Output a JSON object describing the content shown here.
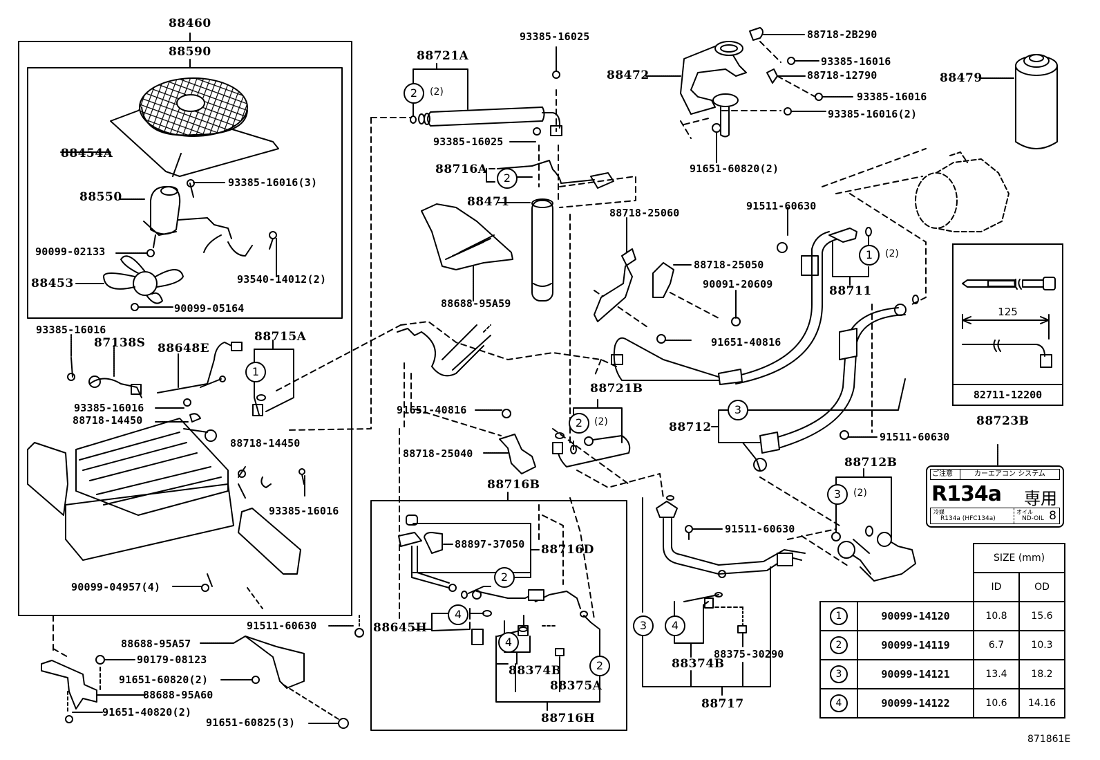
{
  "diagram": {
    "title": "Toyota air conditioner (cooler) piping & condenser parts diagram",
    "figure_code": "871861E",
    "part_labels": {
      "p88460": "88460",
      "p88590": "88590",
      "p88454A": "88454A",
      "p88550": "88550",
      "p93385_16016_3": "93385-16016(3)",
      "p90099_02133": "90099-02133",
      "p93540_14012_2": "93540-14012(2)",
      "p88453": "88453",
      "p90099_05164": "90099-05164",
      "p93385_16016_a": "93385-16016",
      "p87138S": "87138S",
      "p88648E": "88648E",
      "p88715A": "88715A",
      "p93385_16016_b": "93385-16016",
      "p88718_14450_a": "88718-14450",
      "p88718_14450_b": "88718-14450",
      "p93385_16016_c": "93385-16016",
      "p90099_04957_4": "90099-04957(4)",
      "p88688_95A57": "88688-95A57",
      "p90179_08123": "90179-08123",
      "p91651_60820_2a": "91651-60820(2)",
      "p88688_95A60": "88688-95A60",
      "p91651_40820_2": "91651-40820(2)",
      "p91511_60630_a": "91511-60630",
      "p91651_60825_3": "91651-60825(3)",
      "p88721A": "88721A",
      "p93385_16025_a": "93385-16025",
      "p93385_16025_b": "93385-16025",
      "p88716A": "88716A",
      "p88471": "88471",
      "p88688_95A59": "88688-95A59",
      "p91651_40816_a": "91651-40816",
      "p88718_25040": "88718-25040",
      "p88716B": "88716B",
      "p88721B": "88721B",
      "p88897_37050": "88897-37050",
      "p88716D": "88716D",
      "p88645H": "88645H",
      "p88374B_a": "88374B",
      "p88375A": "88375A",
      "p88716H": "88716H",
      "p88472": "88472",
      "p88718_2B290": "88718-2B290",
      "p93385_16016_d": "93385-16016",
      "p88718_12790": "88718-12790",
      "p93385_16016_e": "93385-16016",
      "p93385_16016_2": "93385-16016(2)",
      "p91651_60820_2b": "91651-60820(2)",
      "p88479": "88479",
      "p88718_25060": "88718-25060",
      "p88718_25050": "88718-25050",
      "p90091_20609": "90091-20609",
      "p91651_40816_b": "91651-40816",
      "p91511_60630_b": "91511-60630",
      "p88711": "88711",
      "p88712": "88712",
      "p91511_60630_c": "91511-60630",
      "p88712B": "88712B",
      "p91511_60630_d": "91511-60630",
      "p88374B_b": "88374B",
      "p88375_30290": "88375-30290",
      "p88717": "88717",
      "p88723B": "88723B"
    },
    "callouts": {
      "c1": "1",
      "c2": "2",
      "c3": "3",
      "c4": "4",
      "qty2": "(2)"
    },
    "inset": {
      "dimension": "125",
      "part_number": "82711-12200"
    },
    "caution_label": {
      "heading_left": "ご注意",
      "heading_right": "カーエアコン システム",
      "refrigerant": "R134a",
      "exclusive": "専用",
      "refrigerant_caption": "冷媒",
      "refrigerant_detail": "R134a (HFC134a)",
      "oil_caption": "オイル",
      "oil_detail": "ND-OIL",
      "oil_number": "8"
    },
    "size_table": {
      "header": "SIZE (mm)",
      "col_id": "ID",
      "col_od": "OD",
      "rows": [
        {
          "index": "1",
          "part_no": "90099-14120",
          "id": "10.8",
          "od": "15.6"
        },
        {
          "index": "2",
          "part_no": "90099-14119",
          "id": "6.7",
          "od": "10.3"
        },
        {
          "index": "3",
          "part_no": "90099-14121",
          "id": "13.4",
          "od": "18.2"
        },
        {
          "index": "4",
          "part_no": "90099-14122",
          "id": "10.6",
          "od": "14.16"
        }
      ]
    }
  }
}
